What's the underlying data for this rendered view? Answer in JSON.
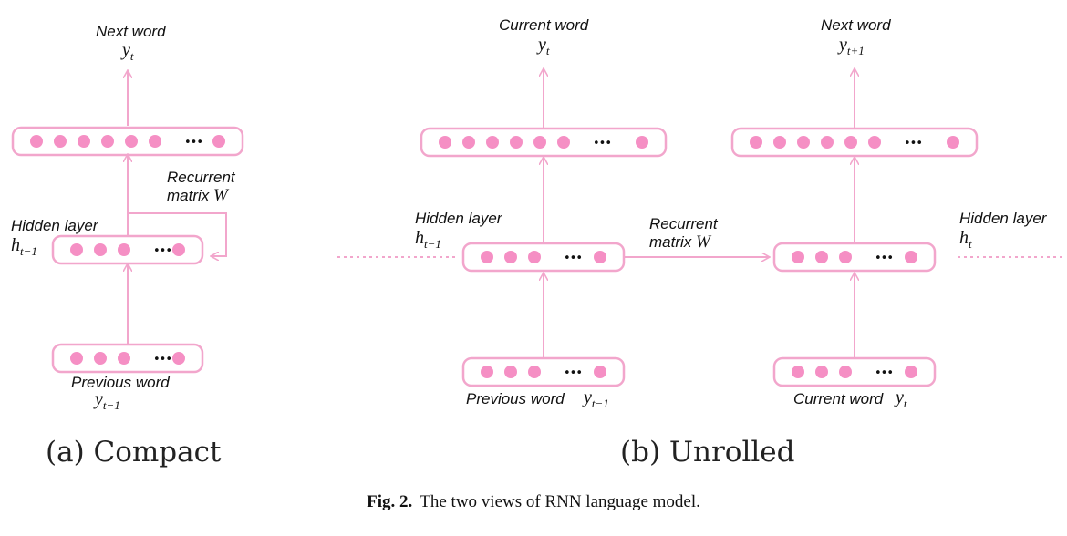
{
  "colors": {
    "pink_fill": "#f58fc4",
    "pink_stroke": "#f2a6cc",
    "text": "#111111"
  },
  "compact": {
    "output_label": "Next word",
    "output_var": "y",
    "output_sub": "t",
    "recurrent_label_line1": "Recurrent",
    "recurrent_label_line2": "matrix",
    "recurrent_var": "W",
    "hidden_label": "Hidden layer",
    "hidden_var": "h",
    "hidden_sub": "t−1",
    "input_label": "Previous word",
    "input_var": "y",
    "input_sub": "t−1",
    "panel_label": "(a) Compact"
  },
  "unrolled": {
    "output1_label": "Current word",
    "output1_var": "y",
    "output1_sub": "t",
    "output2_label": "Next word",
    "output2_var": "y",
    "output2_sub": "t+1",
    "hidden1_label": "Hidden layer",
    "hidden1_var": "h",
    "hidden1_sub": "t−1",
    "recurrent_label_line1": "Recurrent",
    "recurrent_label_line2": "matrix",
    "recurrent_var": "W",
    "hidden2_label": "Hidden layer",
    "hidden2_var": "h",
    "hidden2_sub": "t",
    "input1_label": "Previous word",
    "input1_var": "y",
    "input1_sub": "t−1",
    "input2_label": "Current word",
    "input2_var": "y",
    "input2_sub": "t",
    "panel_label": "(b) Unrolled"
  },
  "ellipsis": "•••",
  "caption": {
    "fig": "Fig. 2.",
    "text": "The two views of RNN language model."
  }
}
